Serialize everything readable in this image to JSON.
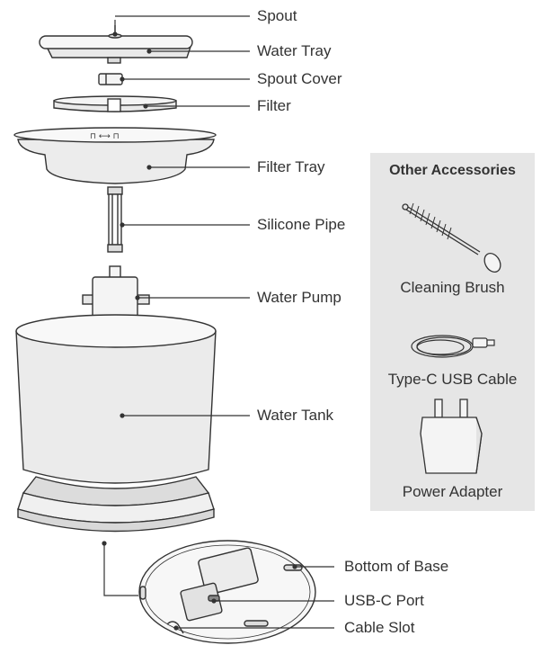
{
  "parts": {
    "spout": "Spout",
    "water_tray": "Water Tray",
    "spout_cover": "Spout Cover",
    "filter": "Filter",
    "filter_tray": "Filter Tray",
    "silicone_pipe": "Silicone Pipe",
    "water_pump": "Water Pump",
    "water_tank": "Water Tank",
    "bottom_of_base": "Bottom of Base",
    "usb_c_port": "USB-C Port",
    "cable_slot": "Cable Slot"
  },
  "accessories": {
    "title": "Other Accessories",
    "cleaning_brush": "Cleaning Brush",
    "usb_cable": "Type-C USB Cable",
    "power_adapter": "Power Adapter"
  },
  "colors": {
    "line": "#333333",
    "part_fill": "#f2f2f2",
    "panel_bg": "#e6e6e6"
  }
}
